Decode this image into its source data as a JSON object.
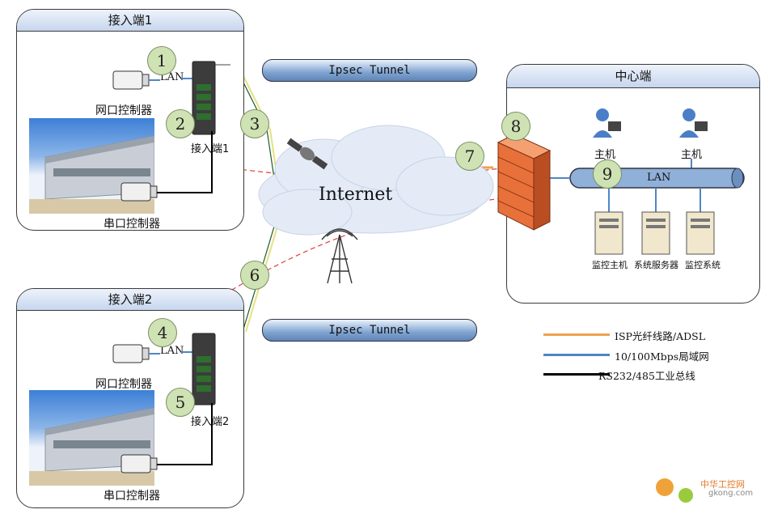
{
  "panels": {
    "access1": {
      "title": "接入端1"
    },
    "access2": {
      "title": "接入端2"
    },
    "center": {
      "title": "中心端"
    }
  },
  "labels": {
    "lan": "LAN",
    "net_controller": "网口控制器",
    "serial_controller": "串口控制器",
    "device1": "接入端1",
    "device2": "接入端2",
    "internet": "Internet",
    "host": "主机",
    "center_lan": "LAN",
    "monitor_host": "监控主机",
    "system_server": "系统服务器",
    "monitor_system": "监控系统"
  },
  "tunnels": [
    "Ipsec Tunnel",
    "Ipsec Tunnel"
  ],
  "badges": [
    "1",
    "2",
    "3",
    "4",
    "5",
    "6",
    "7",
    "8",
    "9"
  ],
  "legend": [
    {
      "label": "ISP光纤线路/ADSL",
      "color": "#f0a050"
    },
    {
      "label": "10/100Mbps局域网",
      "color": "#4f86c6"
    },
    {
      "label": "RS232/485工业总线",
      "color": "#000000"
    }
  ],
  "watermark": {
    "name": "中华工控网",
    "url": "gkong.com"
  },
  "colors": {
    "badge": "#cfe2b4",
    "tunnel": "#7fa4d1",
    "dashed": "#e0403a",
    "firewall": "#e8703a",
    "lan_bus": "#8fb0d8"
  }
}
